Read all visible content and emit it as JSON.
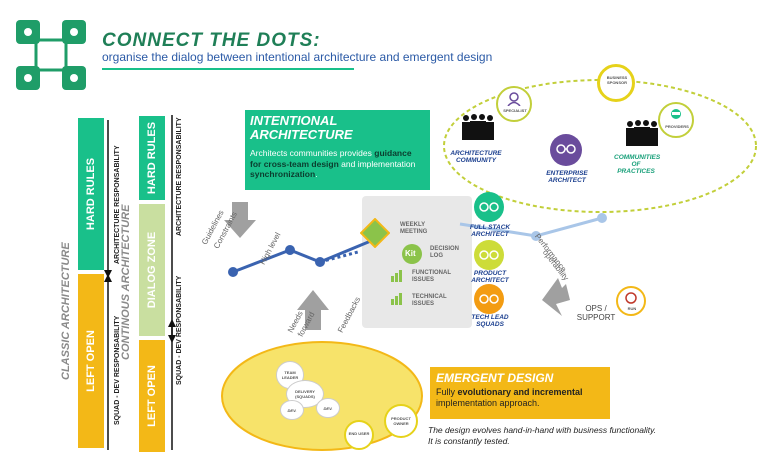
{
  "header": {
    "title": "CONNECT  THE DOTS:",
    "subtitle": "organise the dialog between intentional architecture and emergent design"
  },
  "left": {
    "classic_label": "CLASSIC ARCHITECTURE",
    "continuous_label": "CONTINOUS ARCHITECTURE",
    "hard_rules": "HARD RULES",
    "left_open": "LEFT OPEN",
    "dialog_zone": "DIALOG ZONE",
    "architecture_resp": "ARCHITECTURE RESPONSABILITY",
    "squad_dev_resp": "SQUAD - DEV  RESPONSABILITY"
  },
  "intentional": {
    "title_line1": "INTENTIONAL",
    "title_line2": "ARCHITECTURE",
    "text_part1": "Architects communities provides ",
    "text_bold1": "guidance for cross-team design",
    "text_part2": " and implementation ",
    "text_bold2": "synchronization",
    "text_part3": "."
  },
  "emergent": {
    "title": "EMERGENT DESIGN",
    "text_part1": "Fully ",
    "text_bold": "evolutionary and incremental",
    "text_part2": " implementation approach.",
    "footnote_line1": "The design evolves hand-in-hand with business functionality.",
    "footnote_line2": "It is constantly tested."
  },
  "community": {
    "business_sponsor": "BUSINESS SPONSOR",
    "specialist": "SPECIALIST",
    "providers": "PROVIDERS",
    "architecture_community": "ARCHITECTURE COMMUNITY",
    "enterprise_architect": "ENTERPRISE ARCHITECT",
    "communities_of_practices": "COMMUNITIES OF PRACTICES"
  },
  "center": {
    "weekly_meeting": "WEEKLY MEETING",
    "decision_log": "DECISION LOG",
    "kit": "Kit",
    "functional_issues": "FUNCTIONAL ISSUES",
    "technical_issues": "TECHNICAL ISSUES"
  },
  "roles": {
    "full_stack": "FULL STACK ARCHITECT",
    "product": "PRODUCT ARCHITECT",
    "tech_lead": "TECH LEAD SQUADS"
  },
  "arrows": {
    "guidelines": "Guidelines",
    "constraints": "Constraints",
    "high_level": "High level",
    "needs": "Needs",
    "forward": "forward",
    "feedbacks": "Feedbacks",
    "performance": "Performance",
    "operability": "operability",
    "ops_support": "OPS / SUPPORT",
    "run": "RUN"
  },
  "squads": {
    "team_leader": "TEAM LEADER",
    "delivery_squad": "DELIVERY (SQUADS)",
    "dev1": "DEV.",
    "dev2": "DEV.",
    "end_user": "END USER",
    "product_owner": "PRODUCT OWNER"
  },
  "colors": {
    "green": "#19c08a",
    "dark_green": "#1f7f57",
    "yellow": "#f3b817",
    "orange": "#f39c12",
    "blue": "#3a63b0",
    "light_blue": "#a9c6e8",
    "purple": "#6a4c9c",
    "red": "#c0392b"
  },
  "icons": [
    "connect-dots-icon",
    "team-icon",
    "glasses-icon",
    "person-icon",
    "chart-icon",
    "kit-icon",
    "diamond-icon"
  ]
}
